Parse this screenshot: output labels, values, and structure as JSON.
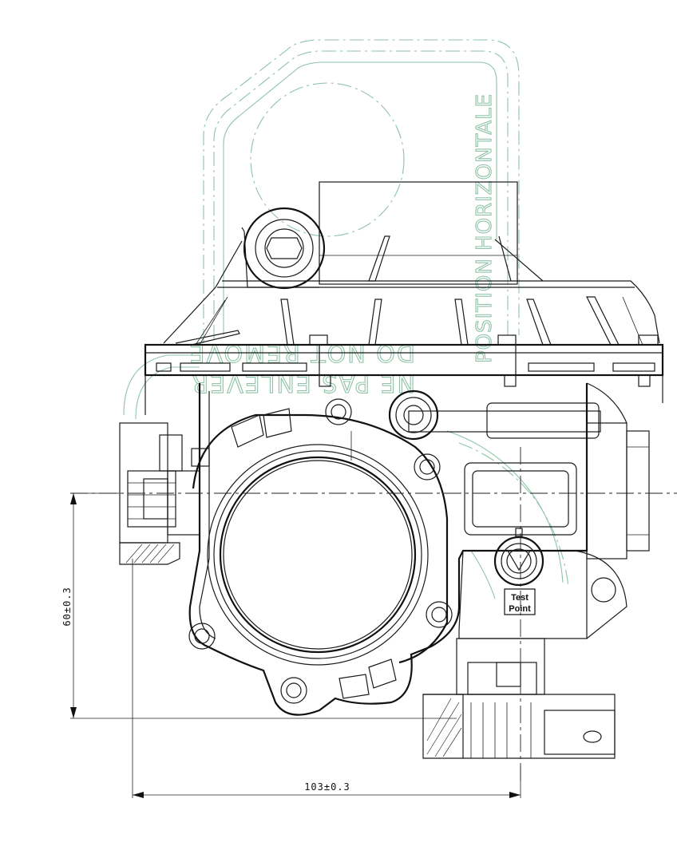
{
  "dimensions": {
    "vertical": "60±0.3",
    "horizontal": "103±0.3"
  },
  "watermarks": {
    "vertical_text": "POSITION HORIZONTALE",
    "mirrored_line_1": "NE PAS ENLEVER",
    "mirrored_line_2": "DO NOT REMOVE"
  },
  "labels": {
    "test_point_line_1": "Test",
    "test_point_line_2": "Point"
  },
  "colors": {
    "linework": "#1a1a1a",
    "watermark": "#8fc3a8",
    "background": "#ffffff"
  }
}
